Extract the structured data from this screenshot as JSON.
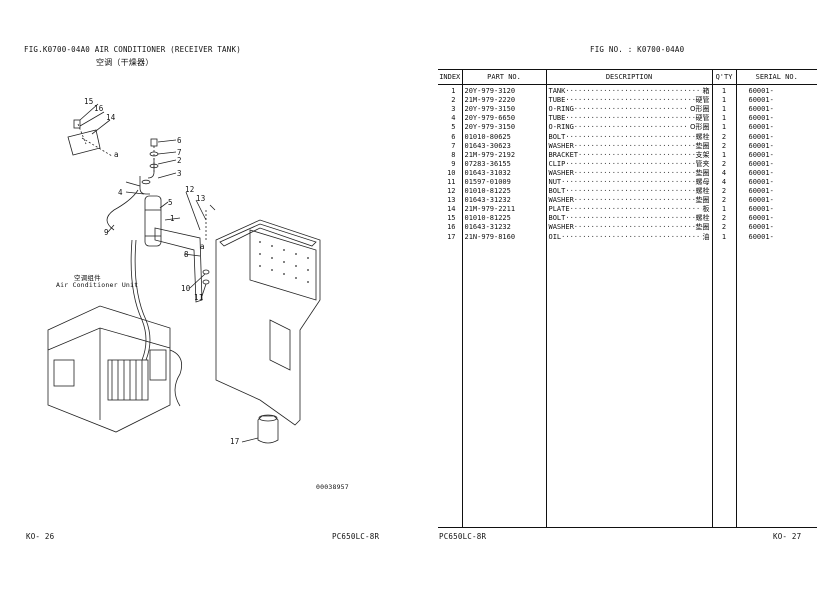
{
  "left_page": {
    "fig_title": "FIG.K0700-04A0   AIR CONDITIONER (RECEIVER TANK)",
    "fig_title_cn": "空调（干燥器）",
    "unit_label_cn": "空调组件",
    "unit_label_en": "Air Conditioner Unit",
    "callouts": [
      "15",
      "16",
      "14",
      "6",
      "7",
      "2",
      "3",
      "4",
      "5",
      "12",
      "13",
      "1",
      "9",
      "8",
      "10",
      "11",
      "17",
      "a",
      "a"
    ],
    "drawing_no": "00038957",
    "page_no": "KO-   26",
    "model": "PC650LC-8R"
  },
  "right_page": {
    "fig_no": "FIG NO.  : K0700-04A0",
    "headers": {
      "index": "INDEX",
      "part_no": "PART  NO.",
      "description": "DESCRIPTION",
      "qty": "Q'TY",
      "serial": "SERIAL NO."
    },
    "rows": [
      {
        "index": "1",
        "part_no": "20Y-979-3120",
        "desc": "TANK",
        "cn": "箱",
        "qty": "1",
        "serial": "60001-"
      },
      {
        "index": "2",
        "part_no": "21M-979-2220",
        "desc": "TUBE",
        "cn": "硬管",
        "qty": "1",
        "serial": "60001-"
      },
      {
        "index": "3",
        "part_no": "20Y-979-3150",
        "desc": "O-RING",
        "cn": "O形圈",
        "qty": "1",
        "serial": "60001-"
      },
      {
        "index": "4",
        "part_no": "20Y-979-6650",
        "desc": "TUBE",
        "cn": "硬管",
        "qty": "1",
        "serial": "60001-"
      },
      {
        "index": "5",
        "part_no": "20Y-979-3150",
        "desc": "O-RING",
        "cn": "O形圈",
        "qty": "1",
        "serial": "60001-"
      },
      {
        "index": "6",
        "part_no": "01010-80625",
        "desc": "BOLT",
        "cn": "螺栓",
        "qty": "2",
        "serial": "60001-"
      },
      {
        "index": "7",
        "part_no": "01643-30623",
        "desc": "WASHER",
        "cn": "垫圈",
        "qty": "2",
        "serial": "60001-"
      },
      {
        "index": "8",
        "part_no": "21M-979-2192",
        "desc": "BRACKET",
        "cn": "支架",
        "qty": "1",
        "serial": "60001-"
      },
      {
        "index": "9",
        "part_no": "07283-36155",
        "desc": "CLIP",
        "cn": "管夹",
        "qty": "2",
        "serial": "60001-"
      },
      {
        "index": "10",
        "part_no": "01643-31032",
        "desc": "WASHER",
        "cn": "垫圈",
        "qty": "4",
        "serial": "60001-"
      },
      {
        "index": "11",
        "part_no": "01597-01009",
        "desc": "NUT",
        "cn": "螺母",
        "qty": "4",
        "serial": "60001-"
      },
      {
        "index": "12",
        "part_no": "01010-81225",
        "desc": "BOLT",
        "cn": "螺栓",
        "qty": "2",
        "serial": "60001-"
      },
      {
        "index": "13",
        "part_no": "01643-31232",
        "desc": "WASHER",
        "cn": "垫圈",
        "qty": "2",
        "serial": "60001-"
      },
      {
        "index": "14",
        "part_no": "21M-979-2211",
        "desc": "PLATE",
        "cn": "板",
        "qty": "1",
        "serial": "60001-"
      },
      {
        "index": "15",
        "part_no": "01010-81225",
        "desc": "BOLT",
        "cn": "螺栓",
        "qty": "2",
        "serial": "60001-"
      },
      {
        "index": "16",
        "part_no": "01643-31232",
        "desc": "WASHER",
        "cn": "垫圈",
        "qty": "2",
        "serial": "60001-"
      },
      {
        "index": "17",
        "part_no": "21N-979-8160",
        "desc": "OIL",
        "cn": "油",
        "qty": "1",
        "serial": "60001-"
      }
    ],
    "model": "PC650LC-8R",
    "page_no": "KO-   27"
  }
}
